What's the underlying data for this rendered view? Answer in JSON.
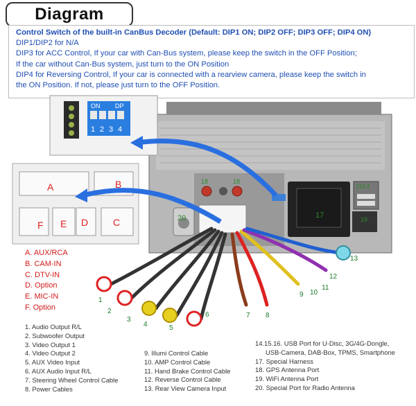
{
  "title": "Diagram",
  "info": {
    "heading": "Control Switch of the built-in CanBus Decoder (Default: DIP1 ON; DIP2 OFF; DIP3 OFF; DIP4 ON)",
    "lines": [
      "DIP1/DIP2 for N/A",
      "DIP3 for ACC Control, If your car with Can-Bus system, please keep the switch in the OFF Position;",
      "If the car without Can-Bus system, just turn to the ON Position",
      "DIP4 for Reversing Control, If your car is connected with a rearview camera, please keep the switch in",
      "the ON Position. If not, please just turn to the OFF Position."
    ]
  },
  "dip": {
    "on_label": "ON",
    "dp_label": "DP",
    "numbers": [
      "1",
      "2",
      "3",
      "4"
    ]
  },
  "connector_labels": {
    "A": "A",
    "B": "B",
    "C": "C",
    "D": "D",
    "E": "E",
    "F": "F"
  },
  "unit_numbers": {
    "n18a": "18",
    "n18b": "18",
    "n20": "20",
    "n17": "17",
    "n19": "19",
    "n1516": "1514"
  },
  "cable_numbers": [
    "1",
    "2",
    "3",
    "4",
    "5",
    "6",
    "7",
    "8",
    "9",
    "10",
    "11",
    "12",
    "13"
  ],
  "letter_legend": [
    "A. AUX/RCA",
    "B. CAM-IN",
    "C. DTV-IN",
    "D. Option",
    "E. MIC-IN",
    "F. Option"
  ],
  "legend_col1": [
    "1. Audio Output R/L",
    "2. Subwoofer Output",
    "3. Video Output 1",
    "4. Video Output 2",
    "5. AUX Video Input",
    "6. AUX Audio Input R/L",
    "7. Steering Wheel Control Cable",
    "8. Power Cables"
  ],
  "legend_col2": [
    "9. Illumi Control Cable",
    "10. AMP Control Cable",
    "11. Hand Brake Control Cable",
    "12. Reverse Control Cable",
    "13. Rear View Camera Input"
  ],
  "legend_col3": [
    "14.15.16. USB Port for U-Disc, 3G/4G-Dongle,",
    "USB-Camera, DAB-Box, TPMS, Smartphone",
    "17. Special Harness",
    "18. GPS Antenna Port",
    "19. WiFi Antenna Port",
    "20. Special Port for Radio Antenna"
  ],
  "colors": {
    "info_text": "#1f4fb3",
    "legend_letters": "#d21a1a",
    "numbers": "#1a7a2a",
    "arrow": "#2a6fe0"
  }
}
